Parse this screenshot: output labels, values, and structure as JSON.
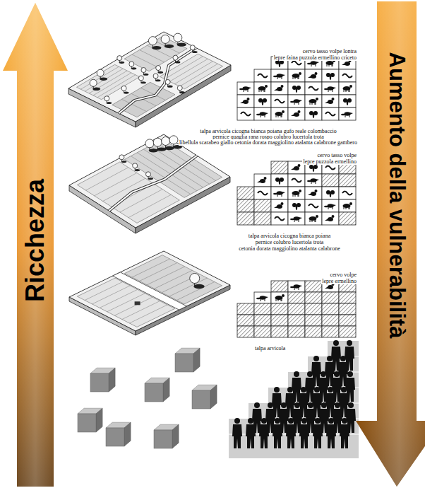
{
  "diagram": {
    "nodes": [
      {
        "text": [
          "Ricchezza"
        ]
      },
      {
        "text": [
          "Aumento della vulnerabilità"
        ]
      }
    ],
    "labels": [
      "cervo tasso volpe lontra",
      "lepre faina puzzola ermellino criceto",
      "talpa arvicola cicogna bianca poiana gufo reale colombaccio",
      "pernice quaglia rana rospo colubro lucertola trota",
      "libellula scarabeo giallo cetonia dorata maggiolino atalanta calabrone gambero",
      "cervo tasso volpe",
      "lepre puzzola ermellino",
      "talpa arvicola cicogna bianca poiana",
      "pernice colubro lucertola trota",
      "cetonia dorata maggiolino atalanta calabrone",
      "cervo volpe",
      "lepre ermellino",
      "talpa arvicola"
    ]
  }
}
